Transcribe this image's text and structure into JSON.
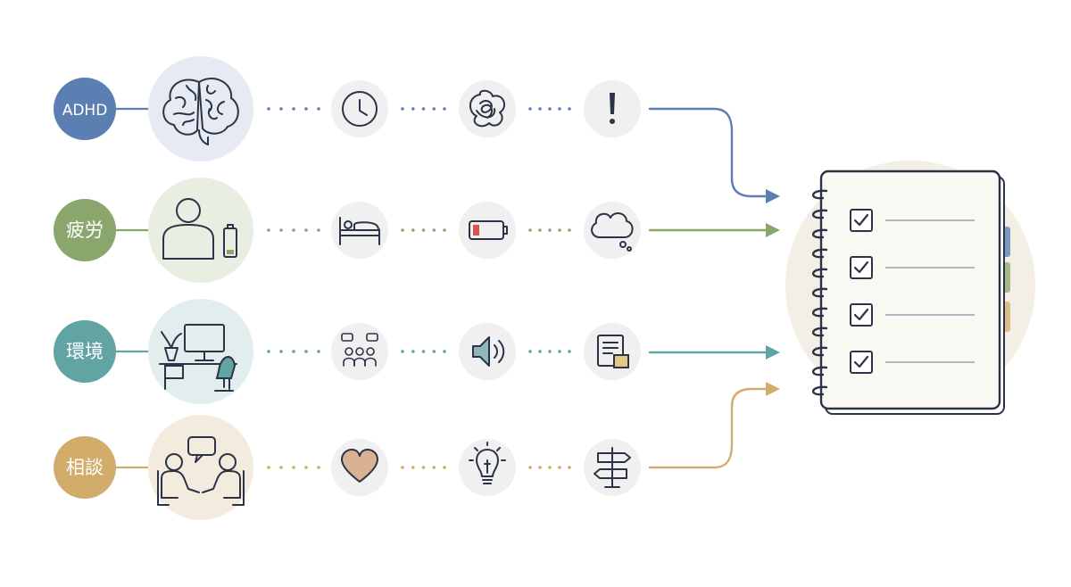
{
  "rows": [
    {
      "label": "ADHD",
      "color": "#5b7fb3",
      "illus_bg": "#e5eaf3",
      "illustration": "brain-icon",
      "icons": [
        "clock-icon",
        "tangled-thought-icon",
        "exclamation-icon"
      ]
    },
    {
      "label": "疲労",
      "color": "#8aa66d",
      "illus_bg": "#e9eee3",
      "illustration": "person-low-battery-icon",
      "icons": [
        "bed-icon",
        "low-battery-icon",
        "thought-cloud-icon"
      ]
    },
    {
      "label": "環境",
      "color": "#62a4a4",
      "illus_bg": "#e2eeed",
      "illustration": "desk-workspace-icon",
      "icons": [
        "crowd-chatter-icon",
        "speaker-loud-icon",
        "document-note-icon"
      ]
    },
    {
      "label": "相談",
      "color": "#d2ac6b",
      "illus_bg": "#f3ecde",
      "illustration": "two-people-talking-icon",
      "icons": [
        "heart-icon",
        "lightbulb-icon",
        "signpost-icon"
      ]
    }
  ],
  "notebook": {
    "icon": "checklist-notebook-icon",
    "checklist_items": 4,
    "tab_colors": [
      "#5b7fb3",
      "#8aa66d",
      "#d2ac6b"
    ]
  },
  "colors": {
    "ink": "#2b3447",
    "icon_circle": "#f0f0f1",
    "notebook_bg_circle": "#f3efe6",
    "notebook_paper": "#faf8f3"
  }
}
